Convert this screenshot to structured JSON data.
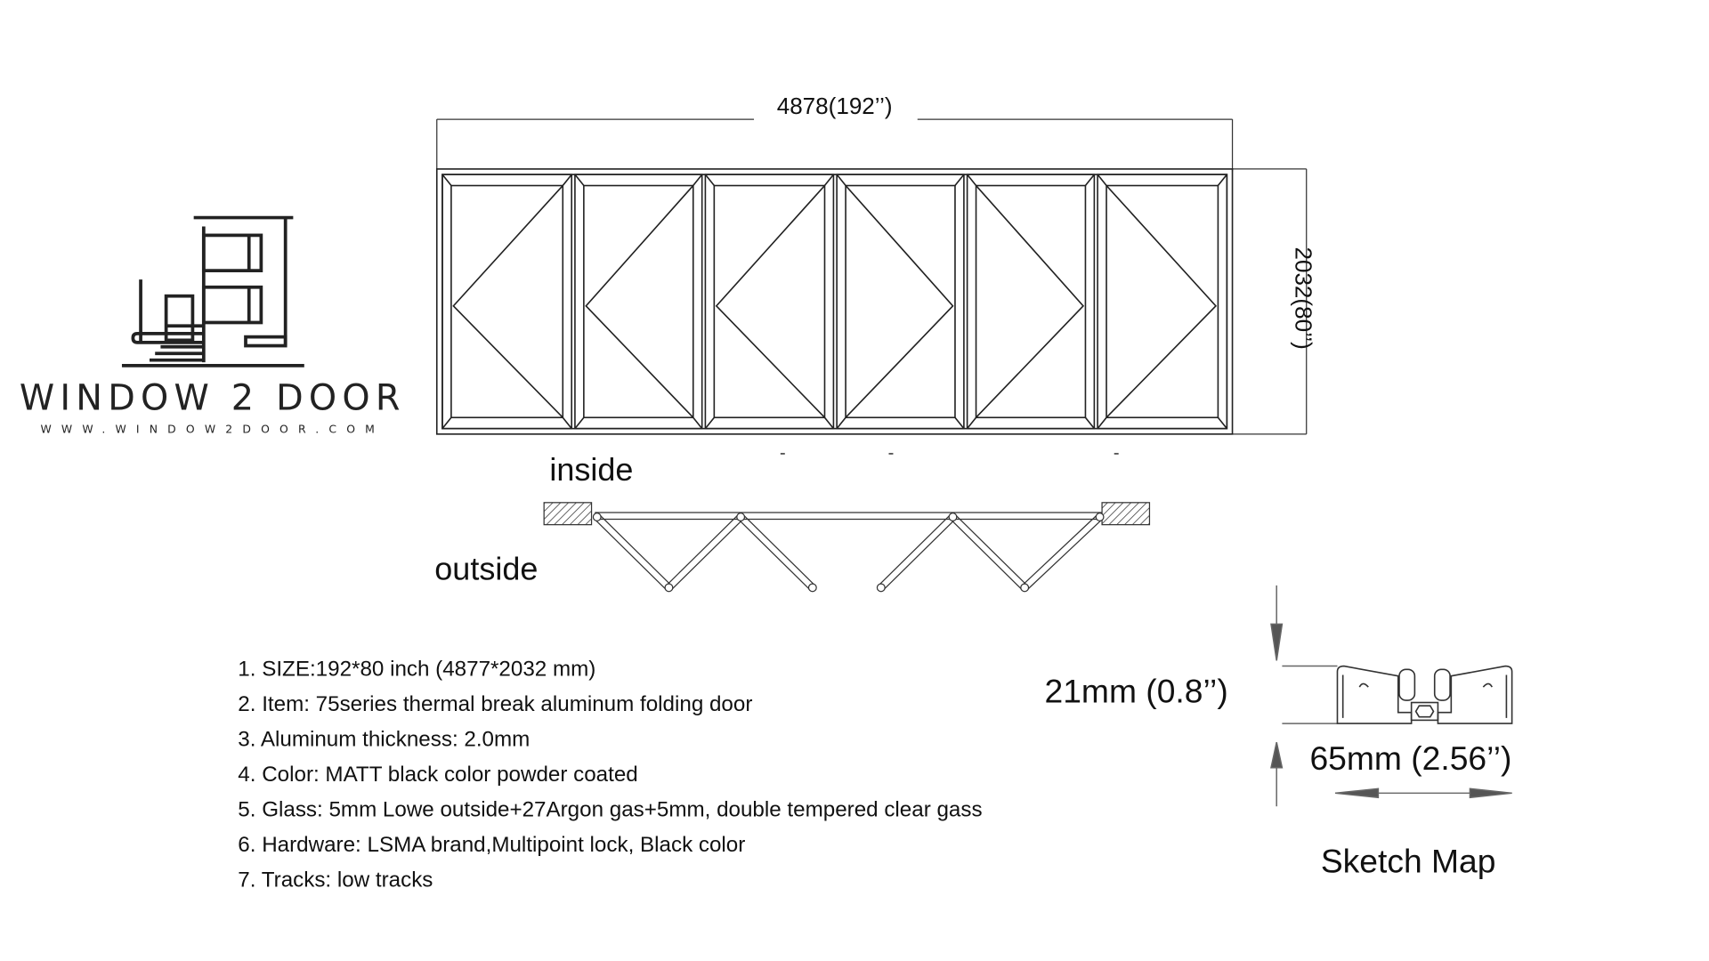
{
  "logo": {
    "name": "WINDOW 2 DOOR",
    "url": "WWW.WINDOW2DOOR.COM"
  },
  "dimensions": {
    "width": "4878(192’’)",
    "height": "2032(80’’)"
  },
  "plan": {
    "inside": "inside",
    "outside": "outside"
  },
  "specs": [
    "1. SIZE:192*80 inch (4877*2032 mm)",
    "2. Item: 75series thermal break aluminum folding door",
    "3. Aluminum thickness: 2.0mm",
    "4. Color: MATT black color powder coated",
    "5. Glass: 5mm Lowe outside+27Argon gas+5mm, double tempered clear gass",
    "6. Hardware: LSMA brand,Multipoint lock, Black color",
    "7. Tracks: low tracks"
  ],
  "profile": {
    "height_label": "21mm (0.8’’)",
    "width_label": "65mm (2.56’’)",
    "caption": "Sketch Map"
  }
}
